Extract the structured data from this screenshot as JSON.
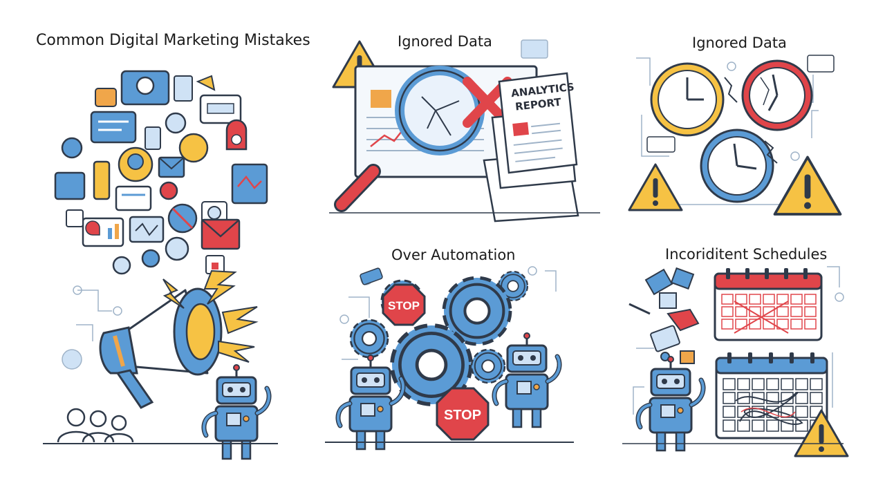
{
  "titles": {
    "main": "Common Digital Marketing Mistakes",
    "ignored_data_1": "Ignored Data",
    "ignored_data_2": "Ignored Data",
    "over_automation": "Over Automation",
    "inconsistent_schedules": "Incoriditent Schedules"
  },
  "report": {
    "line1": "ANALYTICS",
    "line2": "REPORT"
  },
  "stop_signs": {
    "small": "STOP",
    "large": "STOP"
  },
  "colors": {
    "outline": "#2f3a4a",
    "blue": "#5b9bd5",
    "light_blue": "#cfe2f5",
    "red": "#e0454a",
    "orange": "#f0a64a",
    "yellow": "#f6c244",
    "grey_line": "#9fb3c8"
  }
}
